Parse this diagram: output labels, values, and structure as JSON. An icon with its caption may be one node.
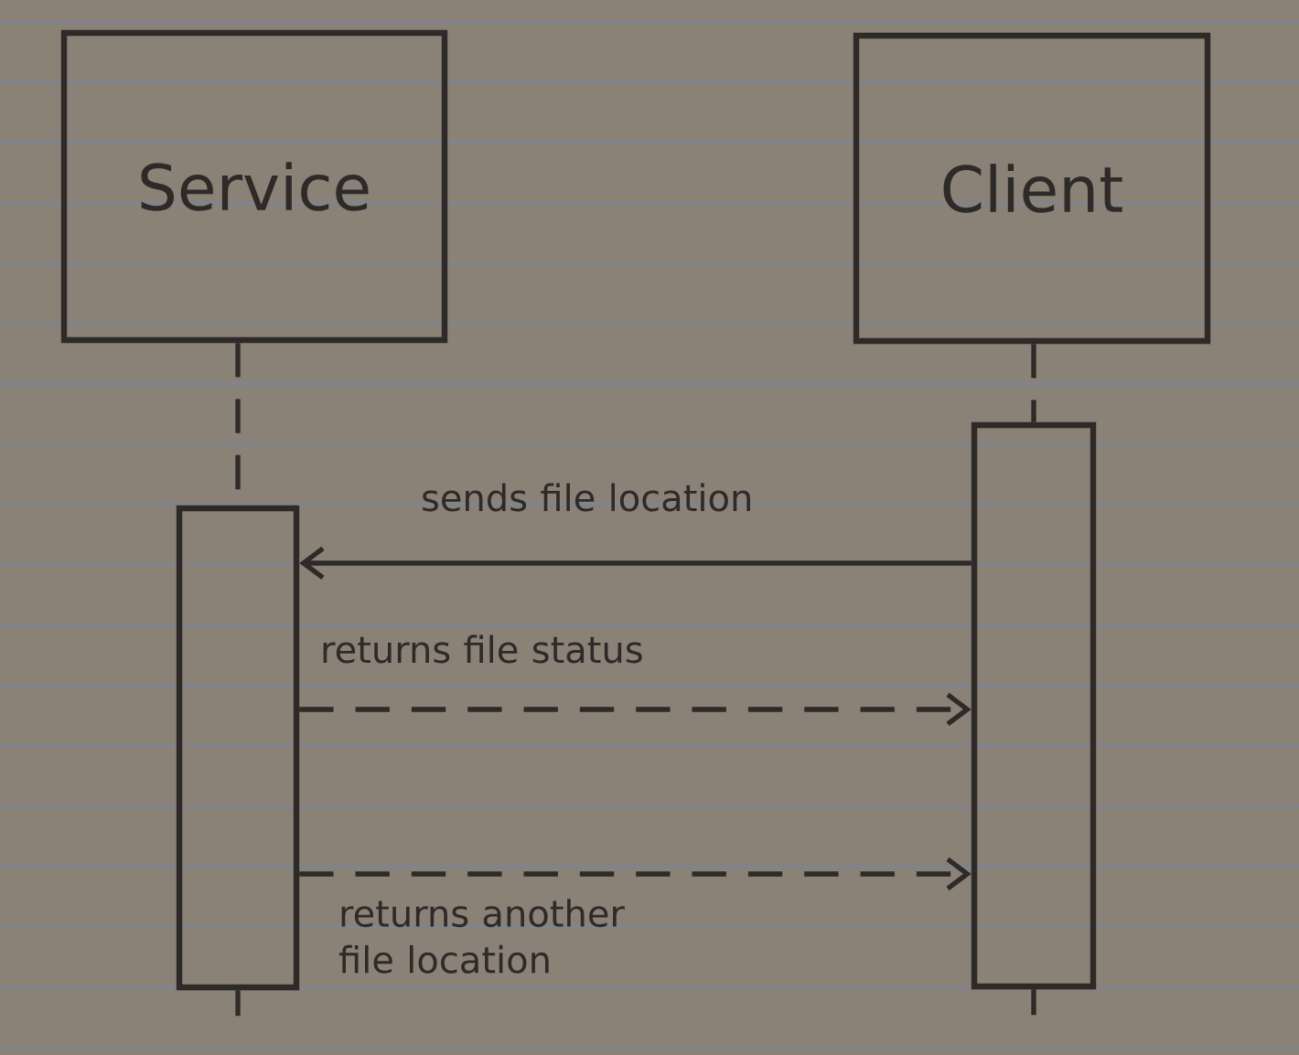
{
  "diagram": {
    "nodes": [
      {
        "text": [
          "Service"
        ]
      },
      {
        "text": [
          "Client"
        ]
      },
      {
        "text": [],
        "shape": "bar"
      },
      {
        "text": [],
        "shape": "bar"
      }
    ],
    "edges": [
      {
        "from": 0,
        "to": 2,
        "arrow": "none",
        "style": "dashed"
      },
      {
        "from": 1,
        "to": 3,
        "arrow": "none",
        "style": "dashed"
      },
      {
        "from": 3,
        "to": 2,
        "arrow": "to",
        "label": "sends file location"
      },
      {
        "from": 2,
        "to": 3,
        "arrow": "to",
        "style": "dashed",
        "label": "returns file status"
      },
      {
        "from": 2,
        "to": 3,
        "arrow": "to",
        "style": "dashed",
        "label": "returns another file location"
      }
    ]
  }
}
